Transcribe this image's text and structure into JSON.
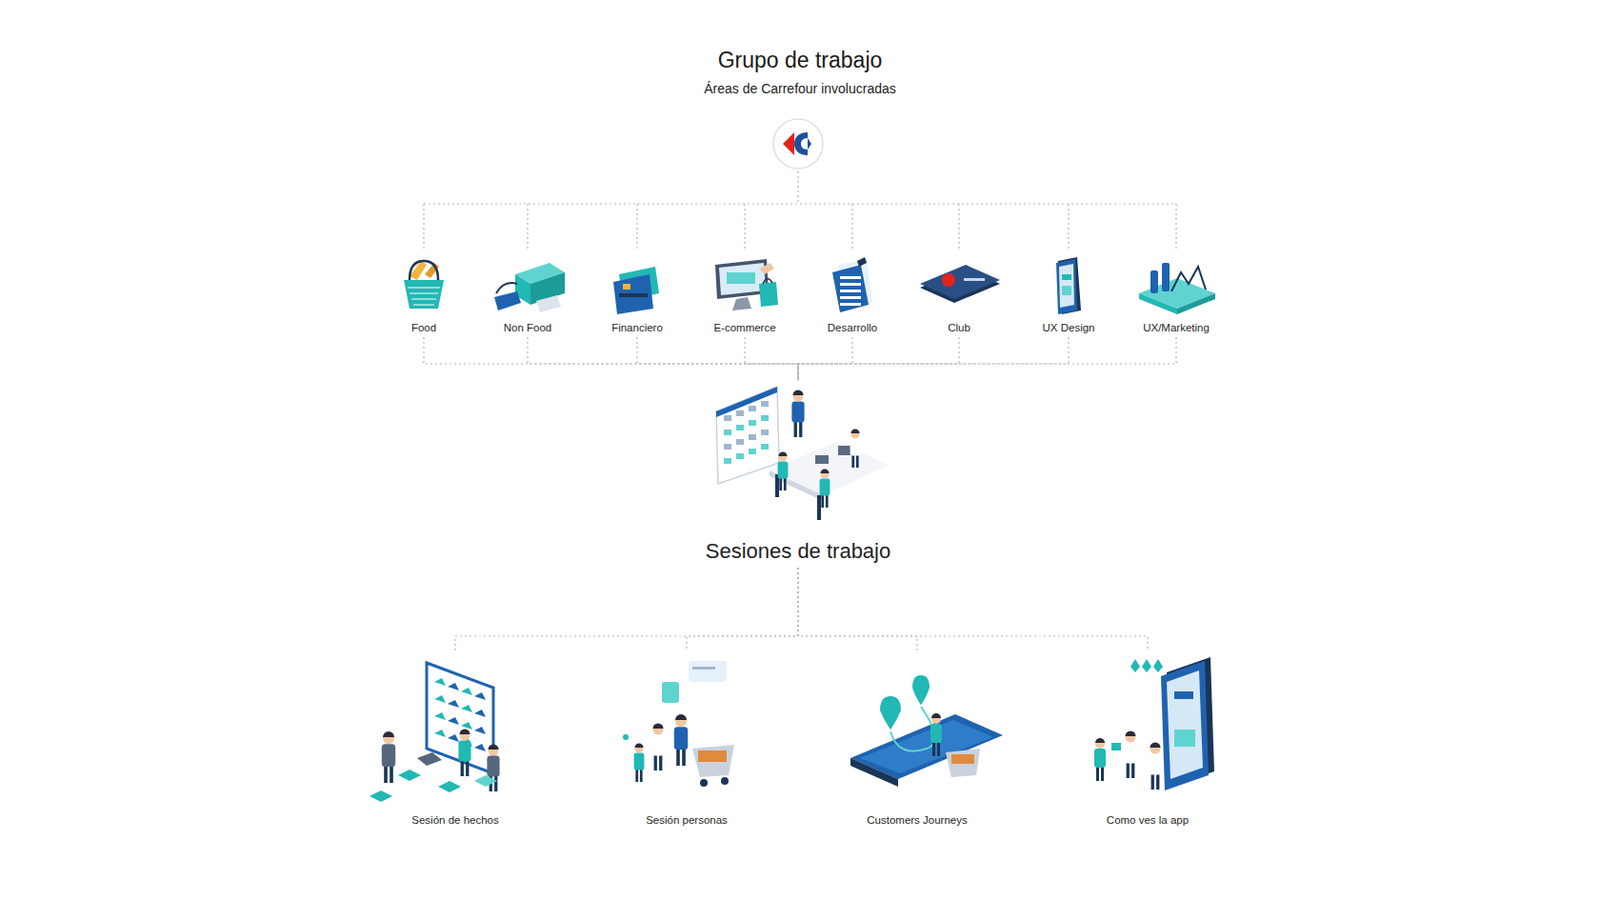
{
  "diagram": {
    "title": "Grupo de trabajo",
    "nodes": [
      {
        "text": [
          "Food"
        ]
      },
      {
        "text": [
          "Non Food"
        ]
      },
      {
        "text": [
          "Financiero"
        ]
      },
      {
        "text": [
          "E-commerce"
        ]
      },
      {
        "text": [
          "Desarrollo"
        ]
      },
      {
        "text": [
          "Club"
        ]
      },
      {
        "text": [
          "UX Design"
        ]
      },
      {
        "text": [
          "UX/Marketing"
        ]
      },
      {
        "text": [
          "Sesiones de trabajo"
        ]
      },
      {
        "text": [
          "Sesión de hechos"
        ]
      },
      {
        "text": [
          "Sesión personas"
        ]
      },
      {
        "text": [
          "Customers Journeys"
        ]
      },
      {
        "text": [
          "Como ves la app"
        ]
      }
    ],
    "edges": [
      {
        "from": 0,
        "to": 8,
        "arrow": "none"
      },
      {
        "from": 1,
        "to": 8,
        "arrow": "none"
      },
      {
        "from": 2,
        "to": 8,
        "arrow": "none"
      },
      {
        "from": 3,
        "to": 8,
        "arrow": "none"
      },
      {
        "from": 4,
        "to": 8,
        "arrow": "none"
      },
      {
        "from": 5,
        "to": 8,
        "arrow": "none"
      },
      {
        "from": 6,
        "to": 8,
        "arrow": "none"
      },
      {
        "from": 7,
        "to": 8,
        "arrow": "none"
      },
      {
        "from": 8,
        "to": 9,
        "arrow": "none"
      },
      {
        "from": 8,
        "to": 10,
        "arrow": "none"
      },
      {
        "from": 8,
        "to": 11,
        "arrow": "none"
      },
      {
        "from": 8,
        "to": 12,
        "arrow": "none"
      }
    ],
    "labels": [
      "Áreas de Carrefour involucradas"
    ]
  }
}
